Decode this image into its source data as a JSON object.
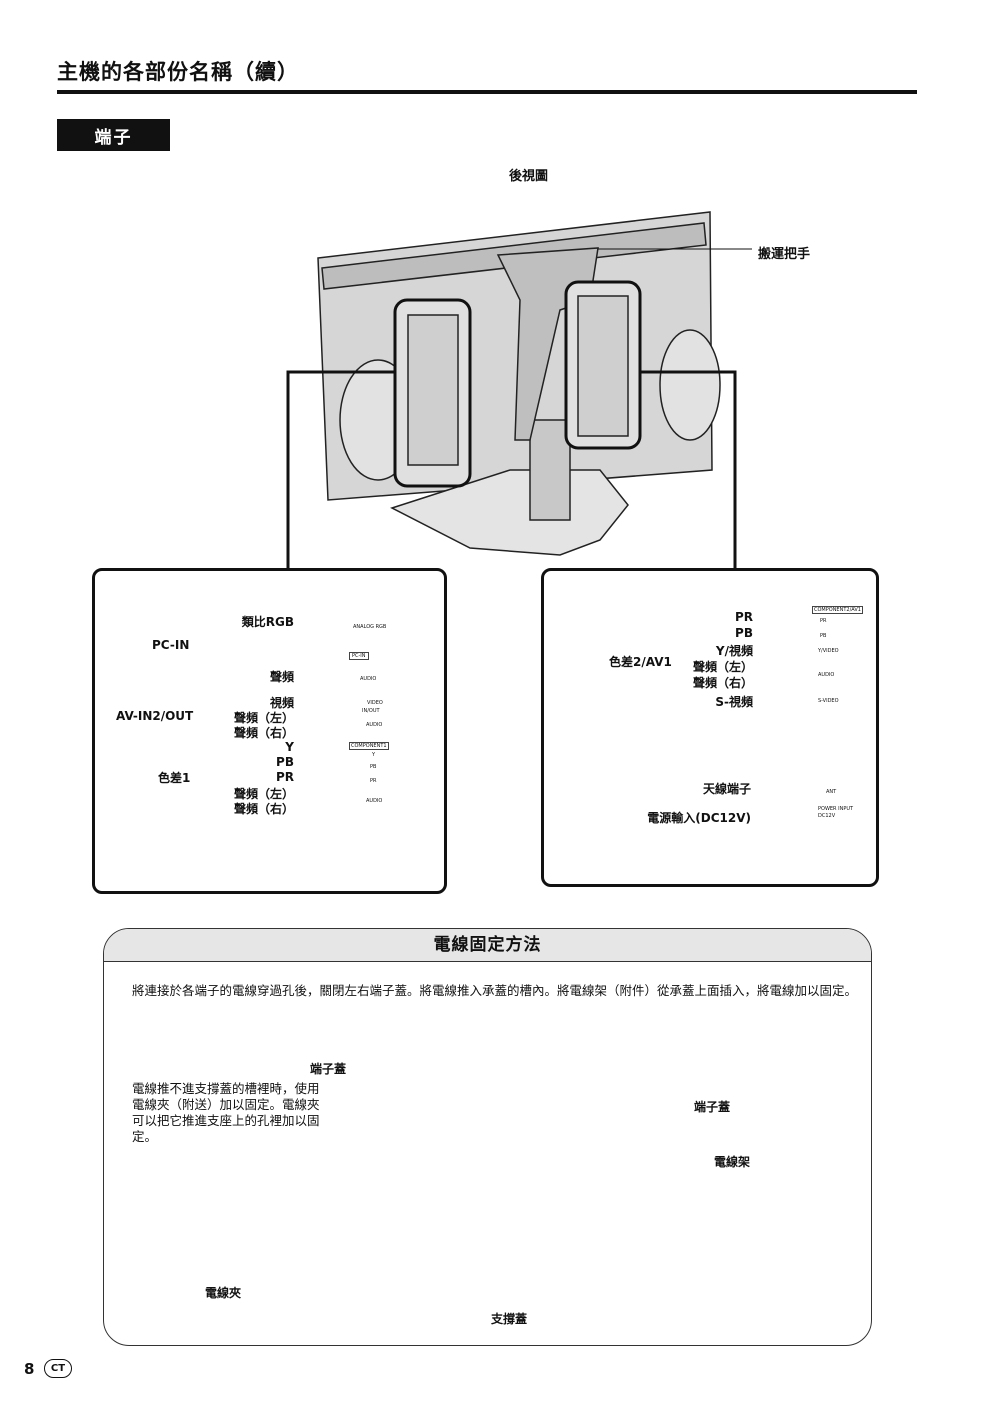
{
  "header": {
    "title": "主機的各部份名稱（續）",
    "section_tab": "端子"
  },
  "rear_view": {
    "title": "後視圖",
    "handle_label": "搬運把手"
  },
  "left_panel": {
    "groups": {
      "pc_in": "PC-IN",
      "av_in2_out": "AV-IN2/OUT",
      "component1": "色差1"
    },
    "labels": [
      "類比RGB",
      "聲頻",
      "視頻",
      "聲頻（左）",
      "聲頻（右）",
      "Y",
      "PB",
      "PR",
      "聲頻（左）",
      "聲頻（右）"
    ],
    "device_text": [
      "ANALOG RGB",
      "PC-IN",
      "AUDIO",
      "VIDEO",
      "IN/OUT",
      "AUDIO",
      "COMPONENT1",
      "Y",
      "PB",
      "PR",
      "AUDIO"
    ]
  },
  "right_panel": {
    "group": "色差2/AV1",
    "labels": [
      "PR",
      "PB",
      "Y/視頻",
      "聲頻（左）",
      "聲頻（右）",
      "S-視頻"
    ],
    "antenna_label": "天線端子",
    "power_label": "電源輸入(DC12V)",
    "device_text": [
      "COMPONENT2/AV1",
      "PR",
      "PB",
      "Y/VIDEO",
      "AUDIO",
      "S-VIDEO",
      "ANT",
      "POWER INPUT",
      "DC12V"
    ]
  },
  "cable_section": {
    "title": "電線固定方法",
    "intro": "將連接於各端子的電線穿過孔後，關閉左右端子蓋。將電線推入承蓋的槽內。將電線架（附件）從承蓋上面插入，將電線加以固定。",
    "side_note": "電線推不進支撐蓋的槽裡時，使用電線夾（附送）加以固定。電線夾可以把它推進支座上的孔裡加以固定。",
    "labels": {
      "terminal_cover_left": "端子蓋",
      "terminal_cover_right": "端子蓋",
      "cable_holder": "電線架",
      "cable_clamp": "電線夾",
      "stand_cover": "支撐蓋"
    }
  },
  "footer": {
    "page_number": "8",
    "lang_badge": "CT"
  },
  "colors": {
    "ink": "#111111",
    "panel_gray": "#d9d9d9",
    "header_gray": "#e6e6e6"
  }
}
